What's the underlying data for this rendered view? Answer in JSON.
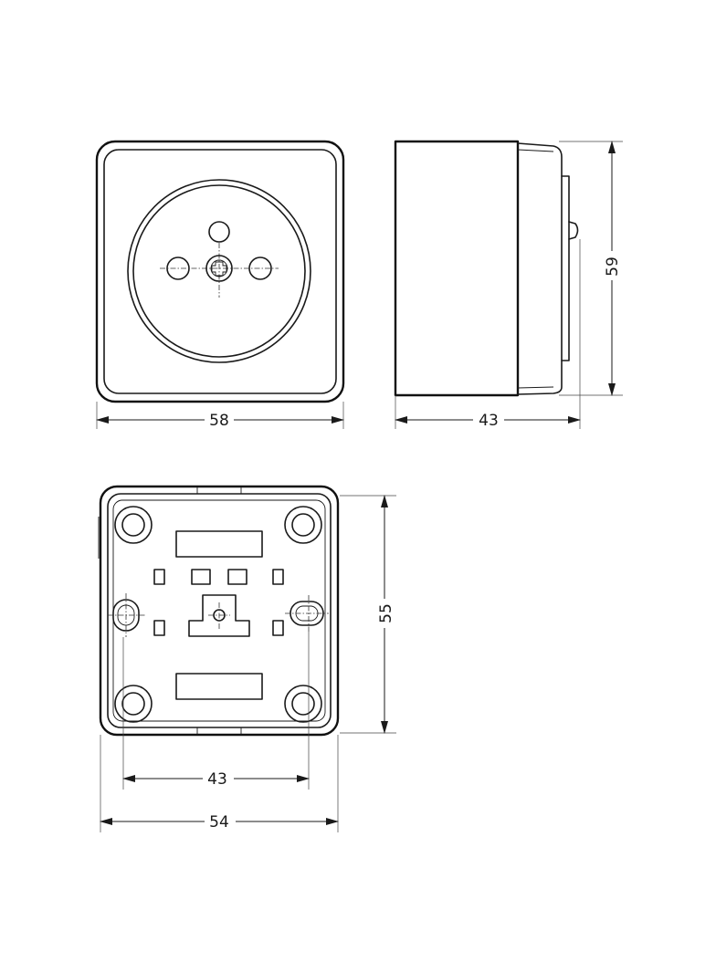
{
  "front_view": {
    "width_dim": "58"
  },
  "side_view": {
    "depth_dim": "43",
    "height_dim": "59"
  },
  "back_view": {
    "hole_spacing_dim": "43",
    "base_width_dim": "54",
    "base_height_dim": "55"
  },
  "colors": {
    "line": "#1a1a1a",
    "background": "#ffffff"
  }
}
